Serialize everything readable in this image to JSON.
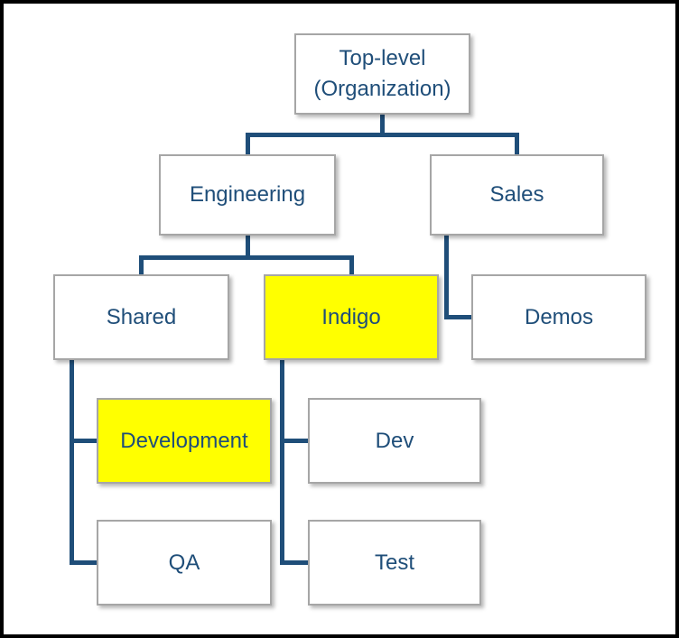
{
  "diagram": {
    "type": "org-chart",
    "nodes": {
      "top": {
        "line1": "Top-level",
        "line2": "(Organization)",
        "highlighted": false
      },
      "engineering": {
        "label": "Engineering",
        "highlighted": false
      },
      "sales": {
        "label": "Sales",
        "highlighted": false
      },
      "shared": {
        "label": "Shared",
        "highlighted": false
      },
      "indigo": {
        "label": "Indigo",
        "highlighted": true
      },
      "demos": {
        "label": "Demos",
        "highlighted": false
      },
      "development": {
        "label": "Development",
        "highlighted": true
      },
      "dev": {
        "label": "Dev",
        "highlighted": false
      },
      "qa": {
        "label": "QA",
        "highlighted": false
      },
      "test": {
        "label": "Test",
        "highlighted": false
      }
    },
    "edges": [
      {
        "from": "Top-level (Organization)",
        "to": "Engineering"
      },
      {
        "from": "Top-level (Organization)",
        "to": "Sales"
      },
      {
        "from": "Engineering",
        "to": "Shared"
      },
      {
        "from": "Engineering",
        "to": "Indigo"
      },
      {
        "from": "Sales",
        "to": "Demos"
      },
      {
        "from": "Shared",
        "to": "Development"
      },
      {
        "from": "Shared",
        "to": "QA"
      },
      {
        "from": "Indigo",
        "to": "Dev"
      },
      {
        "from": "Indigo",
        "to": "Test"
      }
    ],
    "highlighted_nodes": [
      "Indigo",
      "Development"
    ],
    "colors": {
      "text": "#1F4E79",
      "connector": "#1F4E79",
      "node_fill": "#FFFFFF",
      "highlight_fill": "#FFFF00",
      "node_border": "#A6A6A6",
      "frame_border": "#000000",
      "background": "#FFFFFF"
    }
  }
}
